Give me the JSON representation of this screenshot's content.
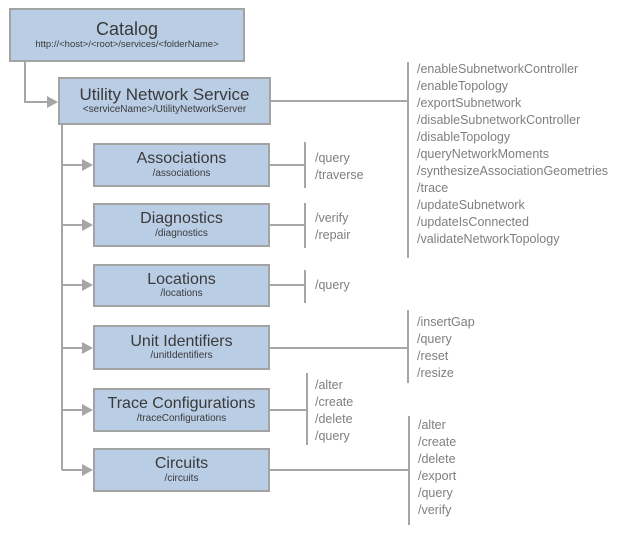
{
  "nodes": {
    "catalog": {
      "title": "Catalog",
      "subtitle": "http://<host>/<root>/services/<folderName>"
    },
    "utility_network_service": {
      "title": "Utility Network Service",
      "subtitle": "<serviceName>/UtilityNetworkServer"
    },
    "associations": {
      "title": "Associations",
      "subtitle": "/associations"
    },
    "diagnostics": {
      "title": "Diagnostics",
      "subtitle": "/diagnostics"
    },
    "locations": {
      "title": "Locations",
      "subtitle": "/locations"
    },
    "unit_identifiers": {
      "title": "Unit Identifiers",
      "subtitle": "/unitIdentifiers"
    },
    "trace_configurations": {
      "title": "Trace Configurations",
      "subtitle": "/traceConfigurations"
    },
    "circuits": {
      "title": "Circuits",
      "subtitle": "/circuits"
    }
  },
  "operations": {
    "utility_network_service": [
      "/enableSubnetworkController",
      "/enableTopology",
      "/exportSubnetwork",
      "/disableSubnetworkController",
      "/disableTopology",
      "/queryNetworkMoments",
      "/synthesizeAssociationGeometries",
      "/trace",
      "/updateSubnetwork",
      "/updateIsConnected",
      "/validateNetworkTopology"
    ],
    "associations": [
      "/query",
      "/traverse"
    ],
    "diagnostics": [
      "/verify",
      "/repair"
    ],
    "locations": [
      "/query"
    ],
    "unit_identifiers": [
      "/insertGap",
      "/query",
      "/reset",
      "/resize"
    ],
    "trace_configurations": [
      "/alter",
      "/create",
      "/delete",
      "/query"
    ],
    "circuits": [
      "/alter",
      "/create",
      "/delete",
      "/export",
      "/query",
      "/verify"
    ]
  },
  "colors": {
    "box_fill": "#b9cde5",
    "box_border": "#a3a3a3",
    "connector": "#a6a6a6",
    "title_text": "#3a3a3a",
    "operation_text": "#7f7f7f"
  }
}
